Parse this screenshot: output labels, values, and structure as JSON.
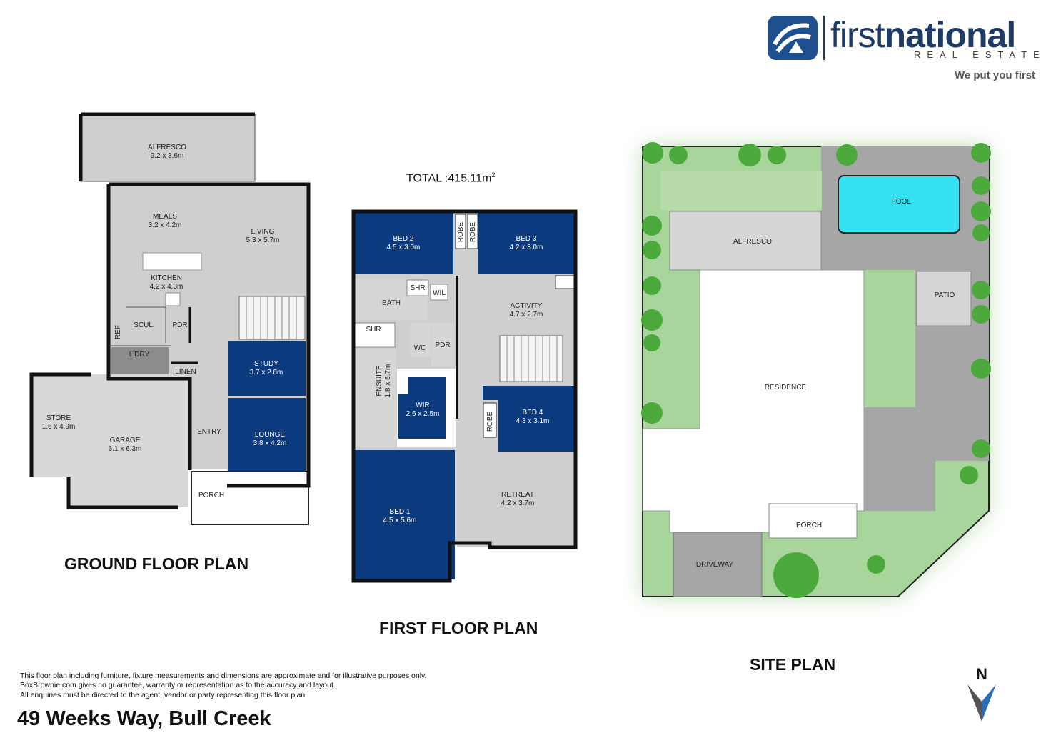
{
  "brand": {
    "name_light": "first",
    "name_bold": "national",
    "sub": "REAL ESTATE",
    "tagline": "We put you first"
  },
  "total": {
    "prefix": "TOTAL :",
    "value": "415.11m",
    "exp": "2"
  },
  "ground": {
    "title": "GROUND FLOOR PLAN",
    "alfresco": {
      "name": "ALFRESCO",
      "size": "9.2 x 3.6m"
    },
    "meals": {
      "name": "MEALS",
      "size": "3.2 x 4.2m"
    },
    "living": {
      "name": "LIVING",
      "size": "5.3 x 5.7m"
    },
    "kitchen": {
      "name": "KITCHEN",
      "size": "4.2 x 4.3m"
    },
    "scul": "SCUL.",
    "pdr": "PDR",
    "ref": "REF",
    "ldry": "L'DRY",
    "linen": "LINEN",
    "study": {
      "name": "STUDY",
      "size": "3.7 x 2.8m"
    },
    "store": {
      "name": "STORE",
      "size": "1.6 x 4.9m"
    },
    "garage": {
      "name": "GARAGE",
      "size": "6.1 x 6.3m"
    },
    "entry": "ENTRY",
    "lounge": {
      "name": "LOUNGE",
      "size": "3.8 x 4.2m"
    },
    "porch": "PORCH"
  },
  "first": {
    "title": "FIRST FLOOR PLAN",
    "bed2": {
      "name": "BED 2",
      "size": "4.5 x 3.0m"
    },
    "bed3": {
      "name": "BED 3",
      "size": "4.2 x 3.0m"
    },
    "robe": "ROBE",
    "shr": "SHR",
    "wil": "WIL",
    "bath": "BATH",
    "activity": {
      "name": "ACTIVITY",
      "size": "4.7 x 2.7m"
    },
    "wc": "WC",
    "pdr": "PDR",
    "ensuite": {
      "name": "ENSUITE",
      "size": "1.8 x 5.7m"
    },
    "wir": {
      "name": "WIR",
      "size": "2.6 x 2.5m"
    },
    "bed4": {
      "name": "BED 4",
      "size": "4.3 x 3.1m"
    },
    "bed1": {
      "name": "BED 1",
      "size": "4.5 x 5.6m"
    },
    "retreat": {
      "name": "RETREAT",
      "size": "4.2 x 3.7m"
    }
  },
  "site": {
    "title": "SITE PLAN",
    "pool": "POOL",
    "alfresco": "ALFRESCO",
    "patio": "PATIO",
    "residence": "RESIDENCE",
    "porch": "PORCH",
    "driveway": "DRIVEWAY",
    "north": "N"
  },
  "disclaimer": [
    "This floor plan including furniture, fixture measurements and dimensions are approximate and for illustrative purposes only.",
    "BoxBrownie.com gives no guarantee, warranty or representation as to the accuracy and layout.",
    "All enquiries must be directed to the agent, vendor or party representing this floor plan."
  ],
  "address": "49 Weeks Way, Bull Creek",
  "colors": {
    "navy": "#0b3a7e",
    "floor_grey": "#cfcfcf",
    "lawn": "#a7d59b",
    "paving": "#a6a6a6",
    "pool": "#33e1f2",
    "logo_blue": "#1e4f8f"
  }
}
